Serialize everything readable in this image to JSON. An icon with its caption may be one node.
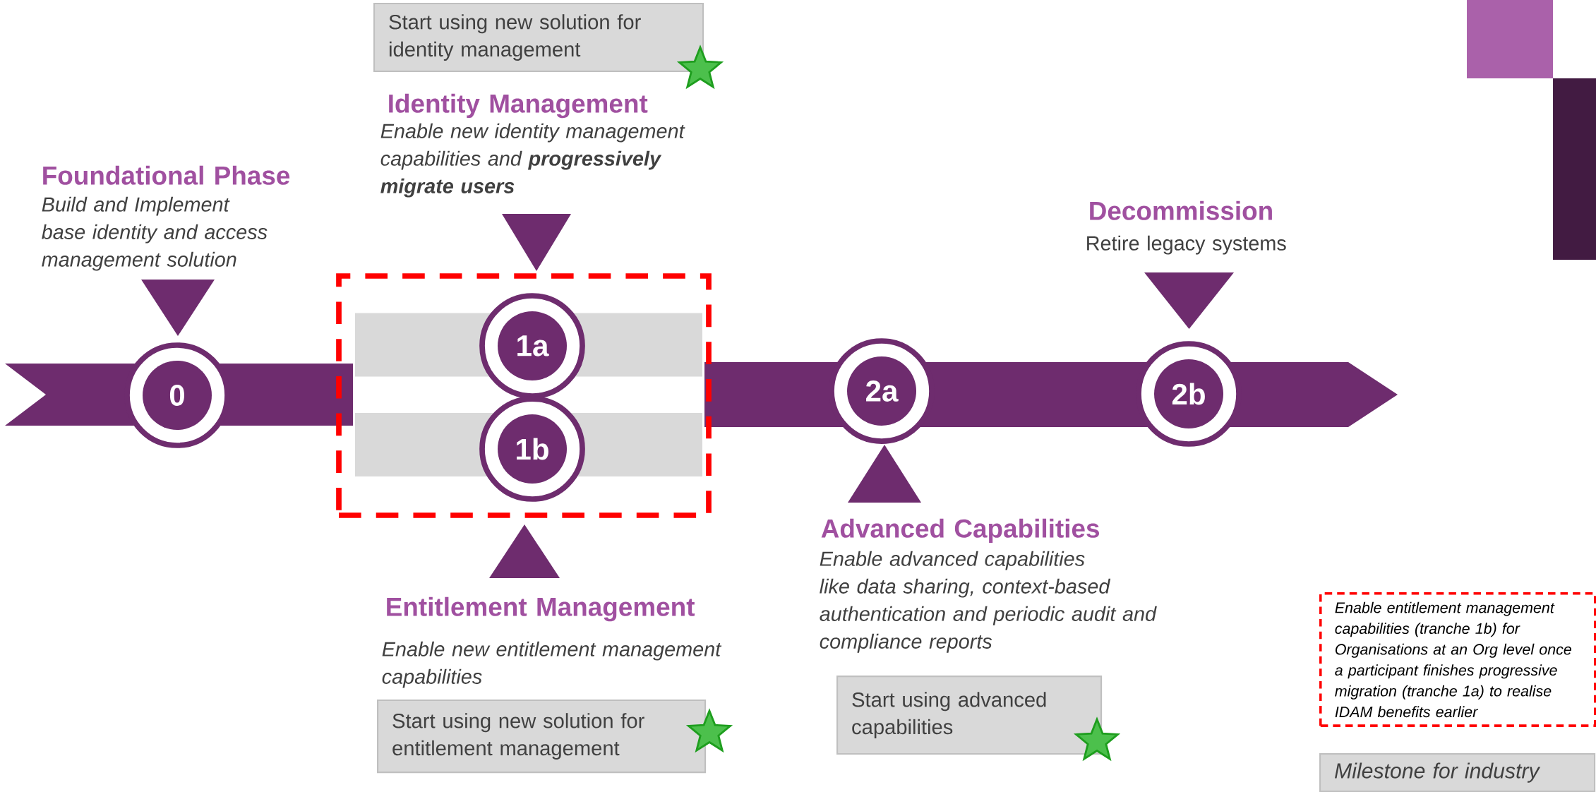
{
  "diagram": {
    "nodes": [
      {
        "text": [
          "Start using new solution for identity management"
        ]
      },
      {
        "text": [
          "0"
        ]
      },
      {
        "text": [],
        "shape": "box"
      },
      {
        "text": [
          "1a"
        ],
        "in": 2
      },
      {
        "text": [
          "1b"
        ],
        "in": 2
      },
      {
        "text": [
          "2a"
        ]
      },
      {
        "text": [
          "2b"
        ]
      },
      {
        "text": [
          "Start using advanced capabilities"
        ]
      },
      {
        "text": [
          "Start using new solution for entitlement management"
        ]
      },
      {
        "text": [
          "Enable entitlement management capabilities (tranche 1b) for Organisations at an Org level once a participant finishes progressive migration (tranche 1a) to realise IDAM benefits earlier"
        ]
      },
      {
        "text": [
          "Milestone for industry"
        ]
      },
      {
        "text": [],
        "shape": "bar",
        "in": 2
      },
      {
        "text": [],
        "shape": "bar",
        "in": 2
      },
      {
        "text": [],
        "shape": "triangle"
      },
      {
        "text": [],
        "shape": "triangle"
      },
      {
        "text": [],
        "shape": "triangle"
      },
      {
        "text": [],
        "shape": "triangle"
      },
      {
        "text": [],
        "shape": "triangle"
      }
    ],
    "labels": [
      "Identity Management",
      "Enable new identity management capabilities and **progressively migrate users**",
      "Foundational Phase",
      "Build and Implement base identity and access management solution",
      "Decommission",
      "Retire legacy systems",
      "Advanced Capabilities",
      "Enable advanced capabilities like data sharing, context-based authentication and periodic audit and compliance reports",
      "Entitlement Management",
      "Enable new entitlement management capabilities"
    ]
  }
}
